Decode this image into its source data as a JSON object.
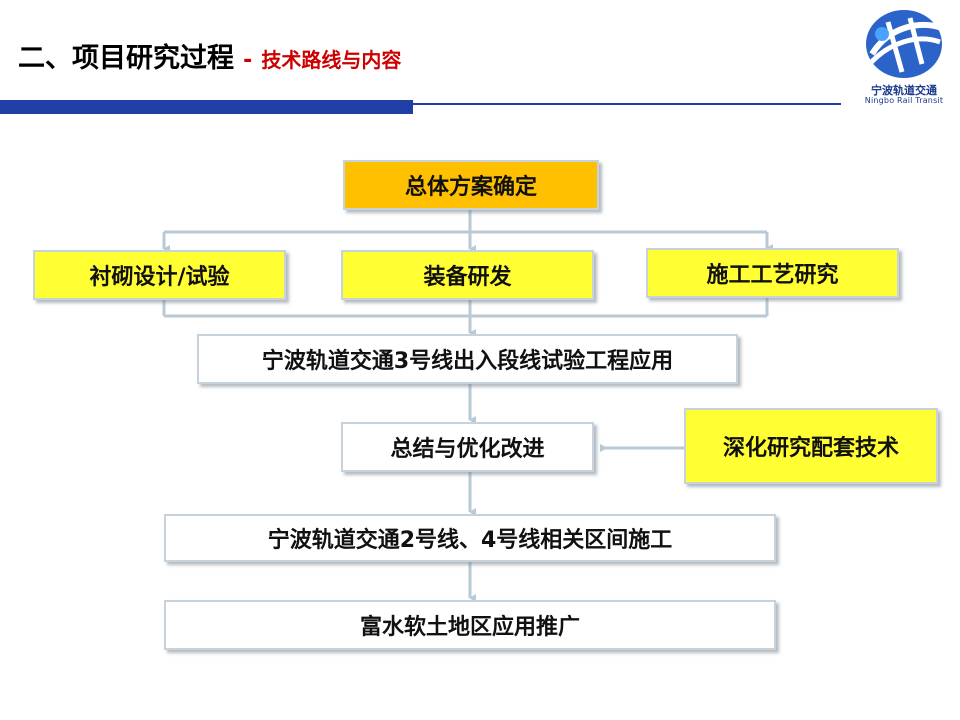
{
  "header": {
    "title": "二、项目研究过程",
    "separator": "-",
    "subtitle": "技术路线与内容"
  },
  "logo": {
    "name_cn": "宁波轨道交通",
    "name_en": "Ningbo Rail Transit"
  },
  "colors": {
    "accent_blue": "#1f3fa6",
    "orange": "#ffc000",
    "yellow": "#ffff33",
    "title_red": "#cc0000"
  },
  "flow": {
    "top": "总体方案确定",
    "branch1": "衬砌设计/试验",
    "branch2": "装备研发",
    "branch3": "施工工艺研究",
    "apply1": "宁波轨道交通3号线出入段线试验工程应用",
    "summary": "总结与优化改进",
    "deepen": "深化研究配套技术",
    "apply2": "宁波轨道交通2号线、4号线相关区间施工",
    "promote": "富水软土地区应用推广"
  }
}
